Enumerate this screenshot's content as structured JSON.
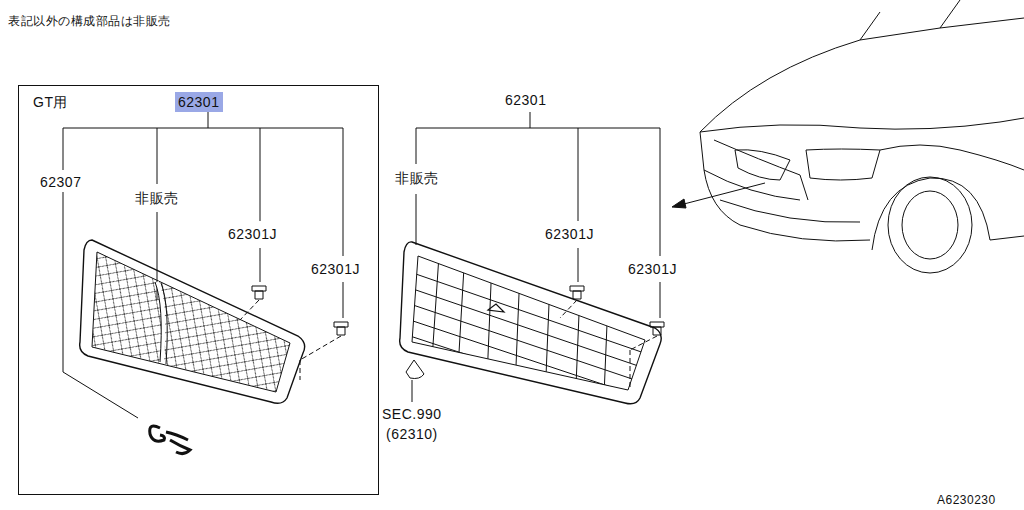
{
  "diagram": {
    "nodes": [
      {
        "text": [
          "GT用"
        ]
      },
      {
        "text": [
          "62301"
        ],
        "in": 0
      }
    ],
    "labels": [
      "表記以外の構成部品は非販売",
      "62307",
      "非販売",
      "62301J",
      "62301J",
      "62301",
      "非販売",
      "62301J",
      "62301J",
      "SEC.990",
      "(62310)",
      "A6230230"
    ]
  }
}
